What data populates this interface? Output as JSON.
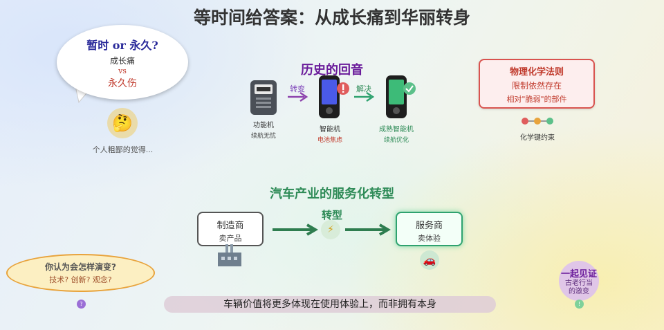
{
  "title": "等时间给答案：从成长痛到华丽转身",
  "bubble": {
    "line1": "暂时 or 永久?",
    "line2": "成长痛",
    "vs": "vs",
    "line3": "永久伤",
    "caption": "个人粗鄙的觉得..."
  },
  "history": {
    "title": "历史的回音",
    "phones": [
      {
        "label": "功能机",
        "sub": "续航无忧"
      },
      {
        "label": "智能机",
        "sub": "电池焦虑"
      },
      {
        "label": "成熟智能机",
        "sub": "续航优化"
      }
    ],
    "arrow1": "转变",
    "arrow2": "解决"
  },
  "law": {
    "title": "物理化学法则",
    "sub": "限制依然存在",
    "detail": "相对\"脆弱\"的部件",
    "caption": "化学键约束"
  },
  "auto": {
    "title": "汽车产业的服务化转型",
    "manufacturer": {
      "title": "制造商",
      "sub": "卖产品"
    },
    "service": {
      "title": "服务商",
      "sub": "卖体验"
    },
    "transform": "转型"
  },
  "question": {
    "line1": "你认为会怎样演变?",
    "line2": "技术? 创新? 观念?",
    "badge": "?"
  },
  "witness": {
    "line1": "一起见证",
    "line2": "古老行当",
    "line3": "的激变",
    "badge": "!"
  },
  "footer": "车辆价值将更多体现在使用体验上，而非拥有本身",
  "colors": {
    "purple": "#6a1b9a",
    "green": "#2e8b57",
    "red": "#c0392b",
    "blue": "#4a5ae8"
  },
  "icons": [
    "thinking-face-icon",
    "feature-phone-icon",
    "smartphone-icon",
    "mature-smartphone-icon",
    "warning-icon",
    "check-icon",
    "molecule-icon",
    "factory-icon",
    "lightning-icon",
    "car-icon"
  ]
}
